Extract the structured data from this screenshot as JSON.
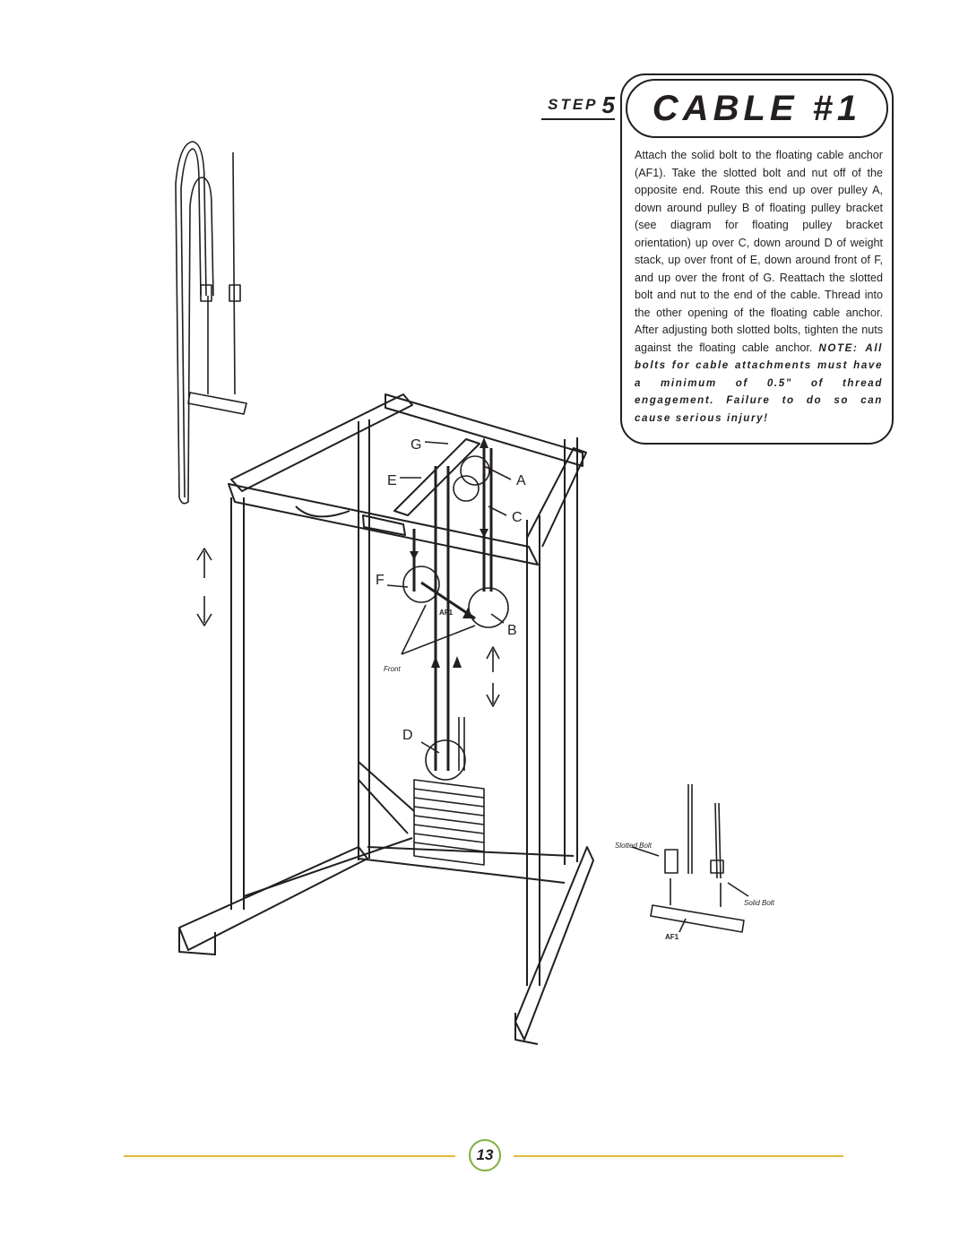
{
  "step": {
    "word": "STEP",
    "number": "5"
  },
  "title": "CABLE #1",
  "instructions": {
    "body": "Attach the solid bolt to the floating cable anchor (AF1). Take the slotted bolt and nut off of the opposite end. Route this end up over pulley A, down around pulley B of floating pulley bracket (see diagram for floating pulley bracket orientation) up over C, down around D of weight stack, up over front of E, down around front of F, and up over the front of G. Reattach the slotted bolt and nut to the end of the cable. Thread into the other opening of the floating cable anchor. After adjusting both slotted bolts, tighten the nuts against the floating cable anchor.",
    "note": "NOTE: All bolts for cable attachments must have a minimum of 0.5\" of thread engagement. Failure to do so can cause serious injury!"
  },
  "diagram": {
    "pulley_labels": {
      "a": "A",
      "b": "B",
      "c": "C",
      "d": "D",
      "e": "E",
      "f": "F",
      "g": "G"
    },
    "anchor_label": "AF1",
    "front_label": "Front",
    "slotted_bolt_label": "Slotted Bolt",
    "solid_bolt_label": "Solid Bolt",
    "detail_anchor_label": "AF1"
  },
  "page_number": "13",
  "colors": {
    "footer_rule": "#e2b93b",
    "page_badge": "#7fae3f",
    "ink": "#231f20"
  }
}
